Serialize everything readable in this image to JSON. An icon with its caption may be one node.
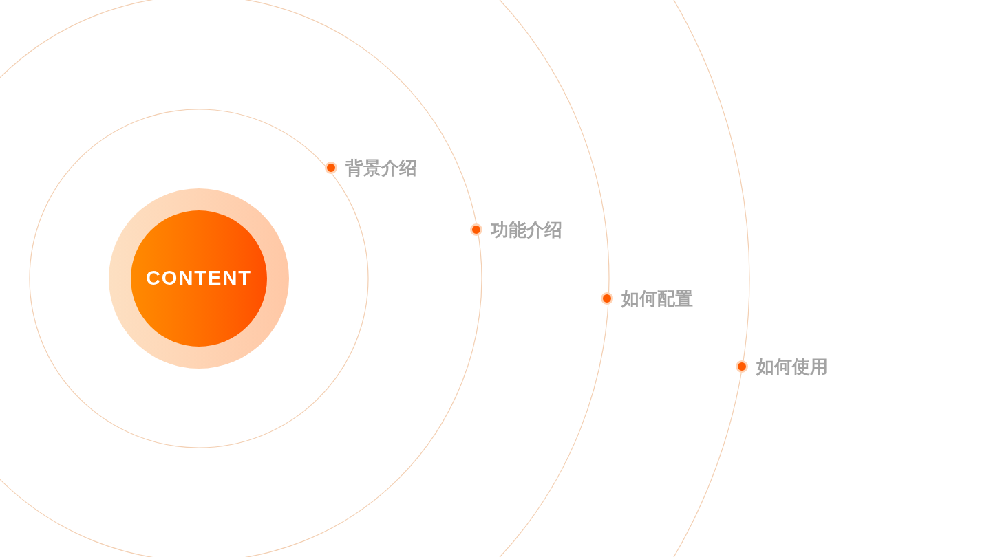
{
  "diagram": {
    "nodes": [
      {
        "text": [
          "CONTENT"
        ]
      },
      {
        "text": [
          "背景介绍"
        ]
      },
      {
        "text": [
          "功能介绍"
        ]
      },
      {
        "text": [
          "如何配置"
        ]
      },
      {
        "text": [
          "如何使用"
        ]
      }
    ]
  }
}
